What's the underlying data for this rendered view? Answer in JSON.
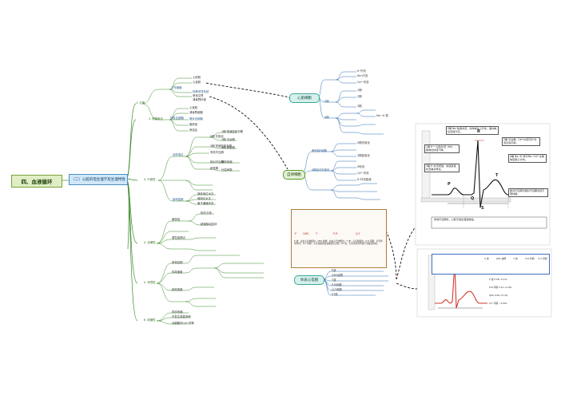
{
  "root": {
    "title": "四、血液循环"
  },
  "main": {
    "title": "（二）心脏的电生理学及生理特性"
  },
  "hubs": {
    "cell_types": "心肌细胞",
    "autorhythmic": "自律细胞",
    "ecg": "体表心电图"
  },
  "left_branches": [
    "1. 分类",
    "2. 跨膜电位",
    "3. 兴奋性",
    "4. 自律性",
    "5. 传导性",
    "6. 收缩性"
  ],
  "tree_labels": {
    "b1": [
      "工作细胞",
      "心房肌",
      "心室肌",
      "特殊传导系统",
      "房室交界",
      "浦肯野纤维"
    ],
    "b2": [
      "快反应细胞",
      "心室肌",
      "浦肯野细胞",
      "慢反应细胞",
      "窦房结",
      "房结区"
    ],
    "b3": [
      "动作电位",
      "0期 去极化",
      "1期 快速复极初期",
      "2期 平台期",
      "3期 快速复极末期",
      "4期 静息期",
      "有效不应期",
      "相对不应期",
      "超常期",
      "期前收缩",
      "代偿间歇",
      "影响因素",
      "静息电位水平",
      "阈电位水平",
      "离子通道状态"
    ],
    "b4": [
      "窦房结",
      "潜在起搏点",
      "抢先占领",
      "超速驱动压抑"
    ],
    "b5": [
      "房室延搁",
      "传导速度",
      "影响因素"
    ],
    "b6": [
      "同步收缩",
      "不发生强直收缩",
      "对细胞外Ca²⁺依赖"
    ]
  },
  "right_labels": {
    "cell": [
      "K⁺外流",
      "Na⁺内流",
      "Ca²⁺内流",
      "0期",
      "1期",
      "2期",
      "3期",
      "4期",
      "Na⁺-K⁺泵"
    ],
    "auto": [
      "窦房结P细胞",
      "0期去极化",
      "3期复极化",
      "4期自动去极化",
      "If电流",
      "Ca²⁺内流",
      "K⁺外流衰减"
    ],
    "ecg": [
      "P波",
      "QRS波群",
      "T波",
      "P-R间期",
      "Q-T间期",
      "ST段"
    ]
  },
  "notes": [
    "0期 Na⁺快速内流，动作电位上升支，膜内电位迅速升高。",
    "1期 K⁺一过性外流（Ito），膜电位快速下降。",
    "2期 平台期，Ca²⁺内流与K⁺外流达到平衡。",
    "3期 K⁺外流增强，快速复极化至静息电位。",
    "4期 Na⁺-K⁺泵与Na⁺-Ca²⁺交换恢复离子分布。",
    "有效不应期长，心肌不发生强直收缩。",
    "绝对不应期与相对不应期对应不同时相。"
  ],
  "ecg_box": {
    "caption": "P 波：左右心房去极化；QRS 波群：左右心室去极化；T 波：心室复极化；P-R 间期：房室传导时间；Q-T 间期：心室去极化和复极化全过程；ST 段：心室各部分均处于去极化状态。",
    "wave_labels": [
      "P",
      "QRS",
      "T",
      "P-R",
      "Q-T"
    ]
  },
  "ap_chart": {
    "letters": [
      "R",
      "P",
      "Q",
      "S",
      "T"
    ]
  },
  "table": {
    "headers": [
      "P 波",
      "QRS 波群",
      "T 波",
      "P-R 间期",
      "Q-T 间期"
    ],
    "info": [
      "P 波 0.08~0.11s",
      "P-R 间期 0.12~0.20s",
      "QRS 0.06~0.10s",
      "Q-T 间期 ＜0.40s"
    ]
  },
  "colors": {
    "branch": "#3a8a2a",
    "accent": "#2a6ab0",
    "hub": "#3aa898",
    "ecg": "#d0392b"
  }
}
